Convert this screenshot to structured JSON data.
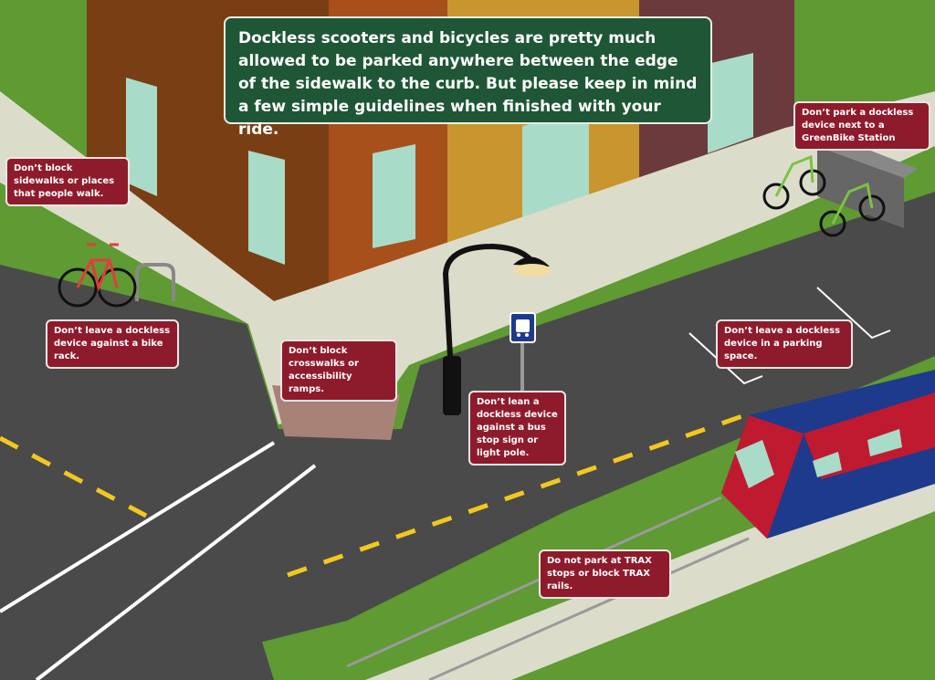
{
  "intro": "Dockless scooters and bicycles are pretty much allowed to be parked anywhere between the edge of the sidewalk to the curb. But please keep in mind a few simple guidelines when finished with your ride.",
  "tips": {
    "sidewalks": "Don’t block sidewalks or places that people walk.",
    "bike_rack": "Don’t leave a dockless device against a bike rack.",
    "crosswalks": "Don’t block crosswalks or accessibility ramps.",
    "bus_stop": "Don’t lean a dockless device against a bus stop sign or light pole.",
    "parking": "Don’t leave a dockless device in a parking space.",
    "greenbike": "Don’t park a dockless device next to a GreenBike Station",
    "trax": "Do not park at TRAX stops or block TRAX rails."
  },
  "colors": {
    "grass": "#5f9a32",
    "road": "#4a4a4a",
    "sidewalk": "#dcdccb",
    "banner": "#1f5636",
    "tip": "#8e1b2c",
    "lane_paint": "#f2c81e",
    "rack_bike": "#e23c3c",
    "greenbike": "#7cc243",
    "trax_blue": "#1e3a8c",
    "trax_red": "#c01a30"
  },
  "icons": [
    "bus-stop-icon",
    "bicycle-icon",
    "street-lamp-icon",
    "bike-rack-icon",
    "greenbike-station-icon",
    "trax-train-icon"
  ]
}
